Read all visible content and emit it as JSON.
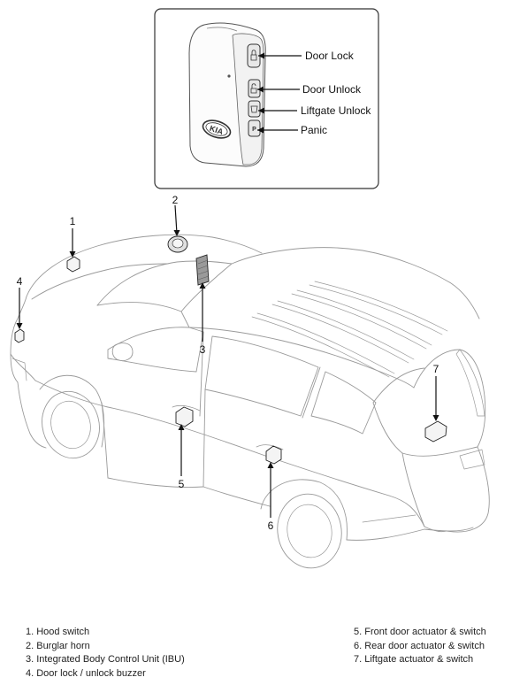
{
  "fob_buttons": {
    "door_lock": "Door Lock",
    "door_unlock": "Door Unlock",
    "liftgate_unlock": "Liftgate Unlock",
    "panic": "Panic"
  },
  "fob_logo": "KIA",
  "callouts": {
    "c1": "1",
    "c2": "2",
    "c3": "3",
    "c4": "4",
    "c5": "5",
    "c6": "6",
    "c7": "7"
  },
  "legend": {
    "left": [
      "1. Hood switch",
      "2. Burglar horn",
      "3. Integrated Body Control Unit (IBU)",
      "4. Door lock / unlock buzzer"
    ],
    "right": [
      "5. Front door actuator & switch",
      "6. Rear door actuator & switch",
      "7. Liftgate actuator & switch"
    ]
  }
}
